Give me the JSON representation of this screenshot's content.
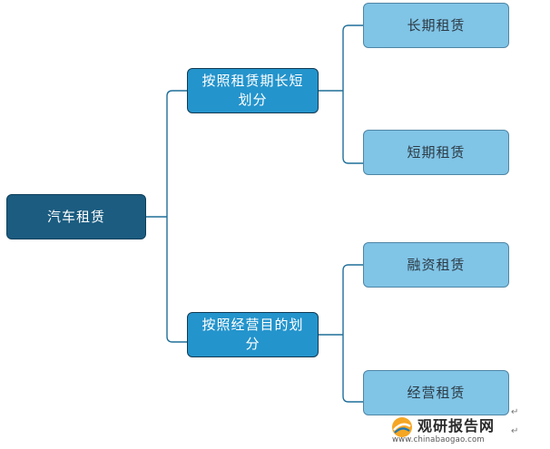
{
  "colors": {
    "root_fill": "#1b5c80",
    "mid_fill": "#2494cc",
    "leaf_fill": "#80c4e6",
    "connector": "#1f6e99"
  },
  "root": {
    "label": "汽车租赁"
  },
  "branches": [
    {
      "label": "按照租赁期长短划分",
      "children": [
        {
          "label": "长期租赁"
        },
        {
          "label": "短期租赁"
        }
      ]
    },
    {
      "label": "按照经营目的划分",
      "children": [
        {
          "label": "融资租赁"
        },
        {
          "label": "经营租赁"
        }
      ]
    }
  ],
  "paragraph_mark": "↵",
  "watermark": {
    "name": "观研报告网",
    "url": "www.chinabaogao.com"
  }
}
